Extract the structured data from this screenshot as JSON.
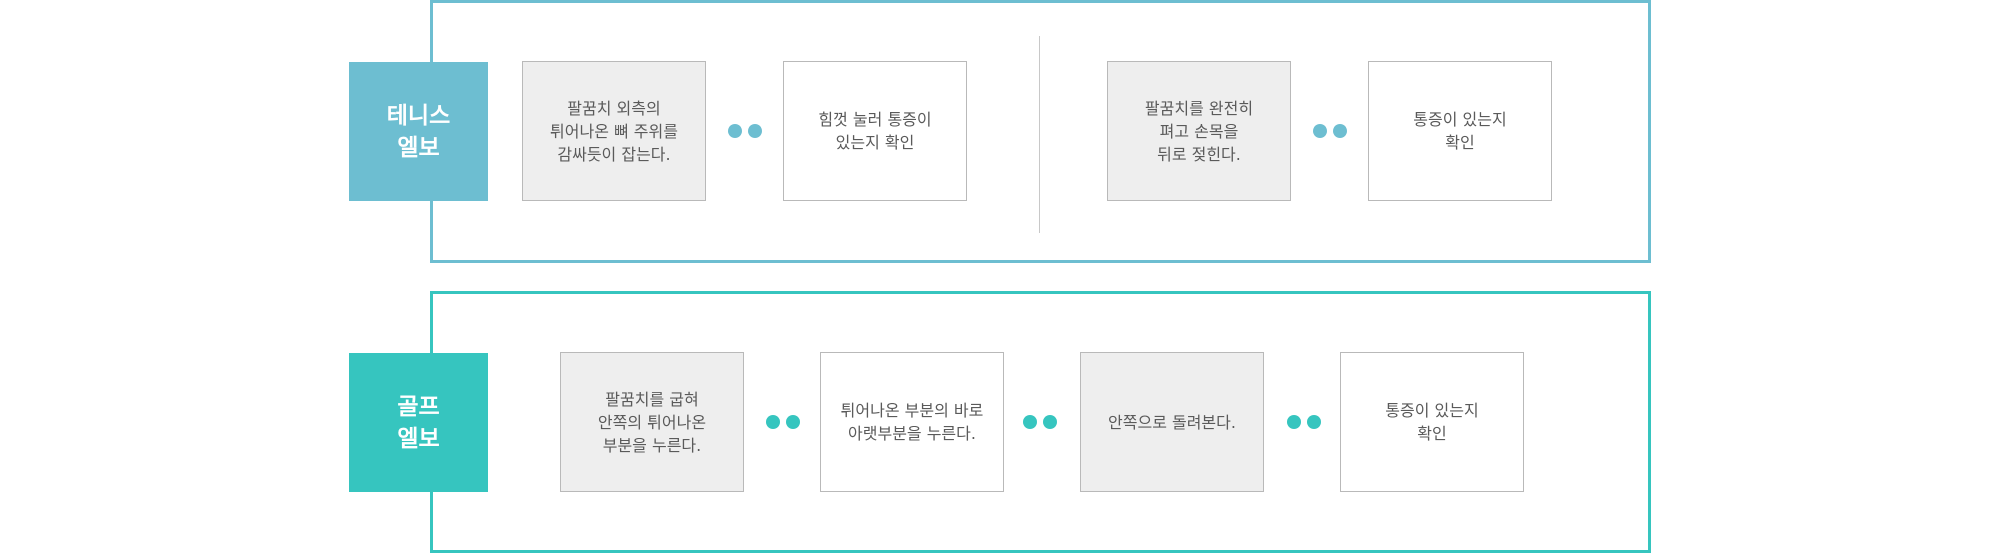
{
  "colors": {
    "tennis": "#6dbed1",
    "golf": "#36c5bf",
    "step_gray": "#eeeeee",
    "step_white": "#ffffff",
    "text": "#5a5a5a"
  },
  "tennis": {
    "label": "테니스\n엘보",
    "left_group": [
      {
        "text": "팔꿈치 외측의\n튀어나온 뼈 주위를\n감싸듯이 잡는다.",
        "style": "gray"
      },
      {
        "text": "힘껏 눌러 통증이\n있는지 확인",
        "style": "white"
      }
    ],
    "right_group": [
      {
        "text": "팔꿈치를 완전히\n펴고 손목을\n뒤로 젖힌다.",
        "style": "gray"
      },
      {
        "text": "통증이 있는지\n확인",
        "style": "white"
      }
    ]
  },
  "golf": {
    "label": "골프\n엘보",
    "steps": [
      {
        "text": "팔꿈치를 굽혀\n안쪽의 튀어나온\n부분을 누른다.",
        "style": "gray"
      },
      {
        "text": "튀어나온 부분의 바로\n아랫부분을 누른다.",
        "style": "white"
      },
      {
        "text": "안쪽으로 돌려본다.",
        "style": "gray"
      },
      {
        "text": "통증이 있는지\n확인",
        "style": "white"
      }
    ]
  }
}
